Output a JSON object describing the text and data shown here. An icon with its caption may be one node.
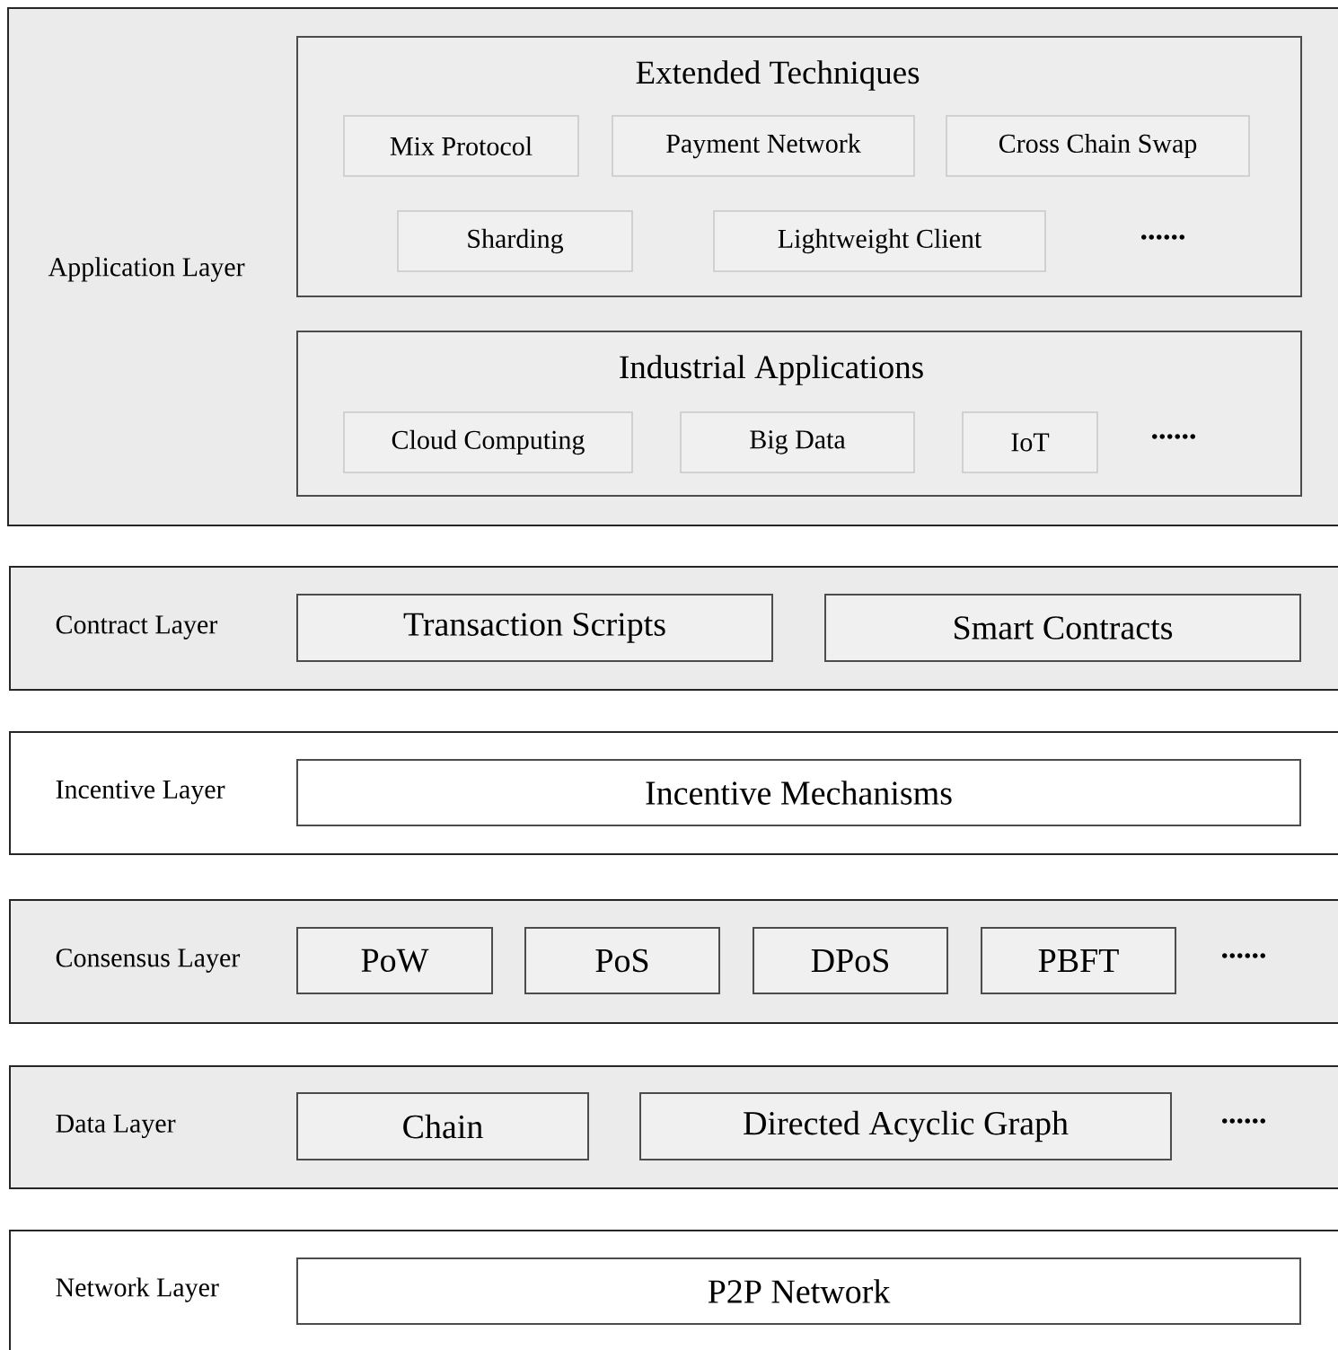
{
  "diagram": {
    "nodes": [
      {
        "text": [
          "Application Layer"
        ]
      },
      {
        "text": [
          "Extended Techniques"
        ],
        "in": 0
      },
      {
        "text": [
          "Mix Protocol"
        ],
        "in": 1
      },
      {
        "text": [
          "Payment Network"
        ],
        "in": 1
      },
      {
        "text": [
          "Cross Chain Swap"
        ],
        "in": 1
      },
      {
        "text": [
          "Sharding"
        ],
        "in": 1
      },
      {
        "text": [
          "Lightweight Client"
        ],
        "in": 1
      },
      {
        "text": [
          "Industrial Applications"
        ],
        "in": 0
      },
      {
        "text": [
          "Cloud Computing"
        ],
        "in": 7
      },
      {
        "text": [
          "Big Data"
        ],
        "in": 7
      },
      {
        "text": [
          "IoT"
        ],
        "in": 7
      },
      {
        "text": [
          "Contract Layer"
        ]
      },
      {
        "text": [
          "Transaction Scripts"
        ],
        "in": 11
      },
      {
        "text": [
          "Smart Contracts"
        ],
        "in": 11
      },
      {
        "text": [
          "Incentive Layer"
        ]
      },
      {
        "text": [
          "Incentive Mechanisms"
        ],
        "in": 14
      },
      {
        "text": [
          "Consensus Layer"
        ]
      },
      {
        "text": [
          "PoW"
        ],
        "in": 16
      },
      {
        "text": [
          "PoS"
        ],
        "in": 16
      },
      {
        "text": [
          "DPoS"
        ],
        "in": 16
      },
      {
        "text": [
          "PBFT"
        ],
        "in": 16
      },
      {
        "text": [
          "Data Layer"
        ]
      },
      {
        "text": [
          "Chain"
        ],
        "in": 21
      },
      {
        "text": [
          "Directed Acyclic Graph"
        ],
        "in": 21
      },
      {
        "text": [
          "Network Layer"
        ]
      },
      {
        "text": [
          "P2P Network"
        ],
        "in": 24
      }
    ],
    "labels": [
      "......",
      "......",
      "......",
      "......"
    ]
  }
}
